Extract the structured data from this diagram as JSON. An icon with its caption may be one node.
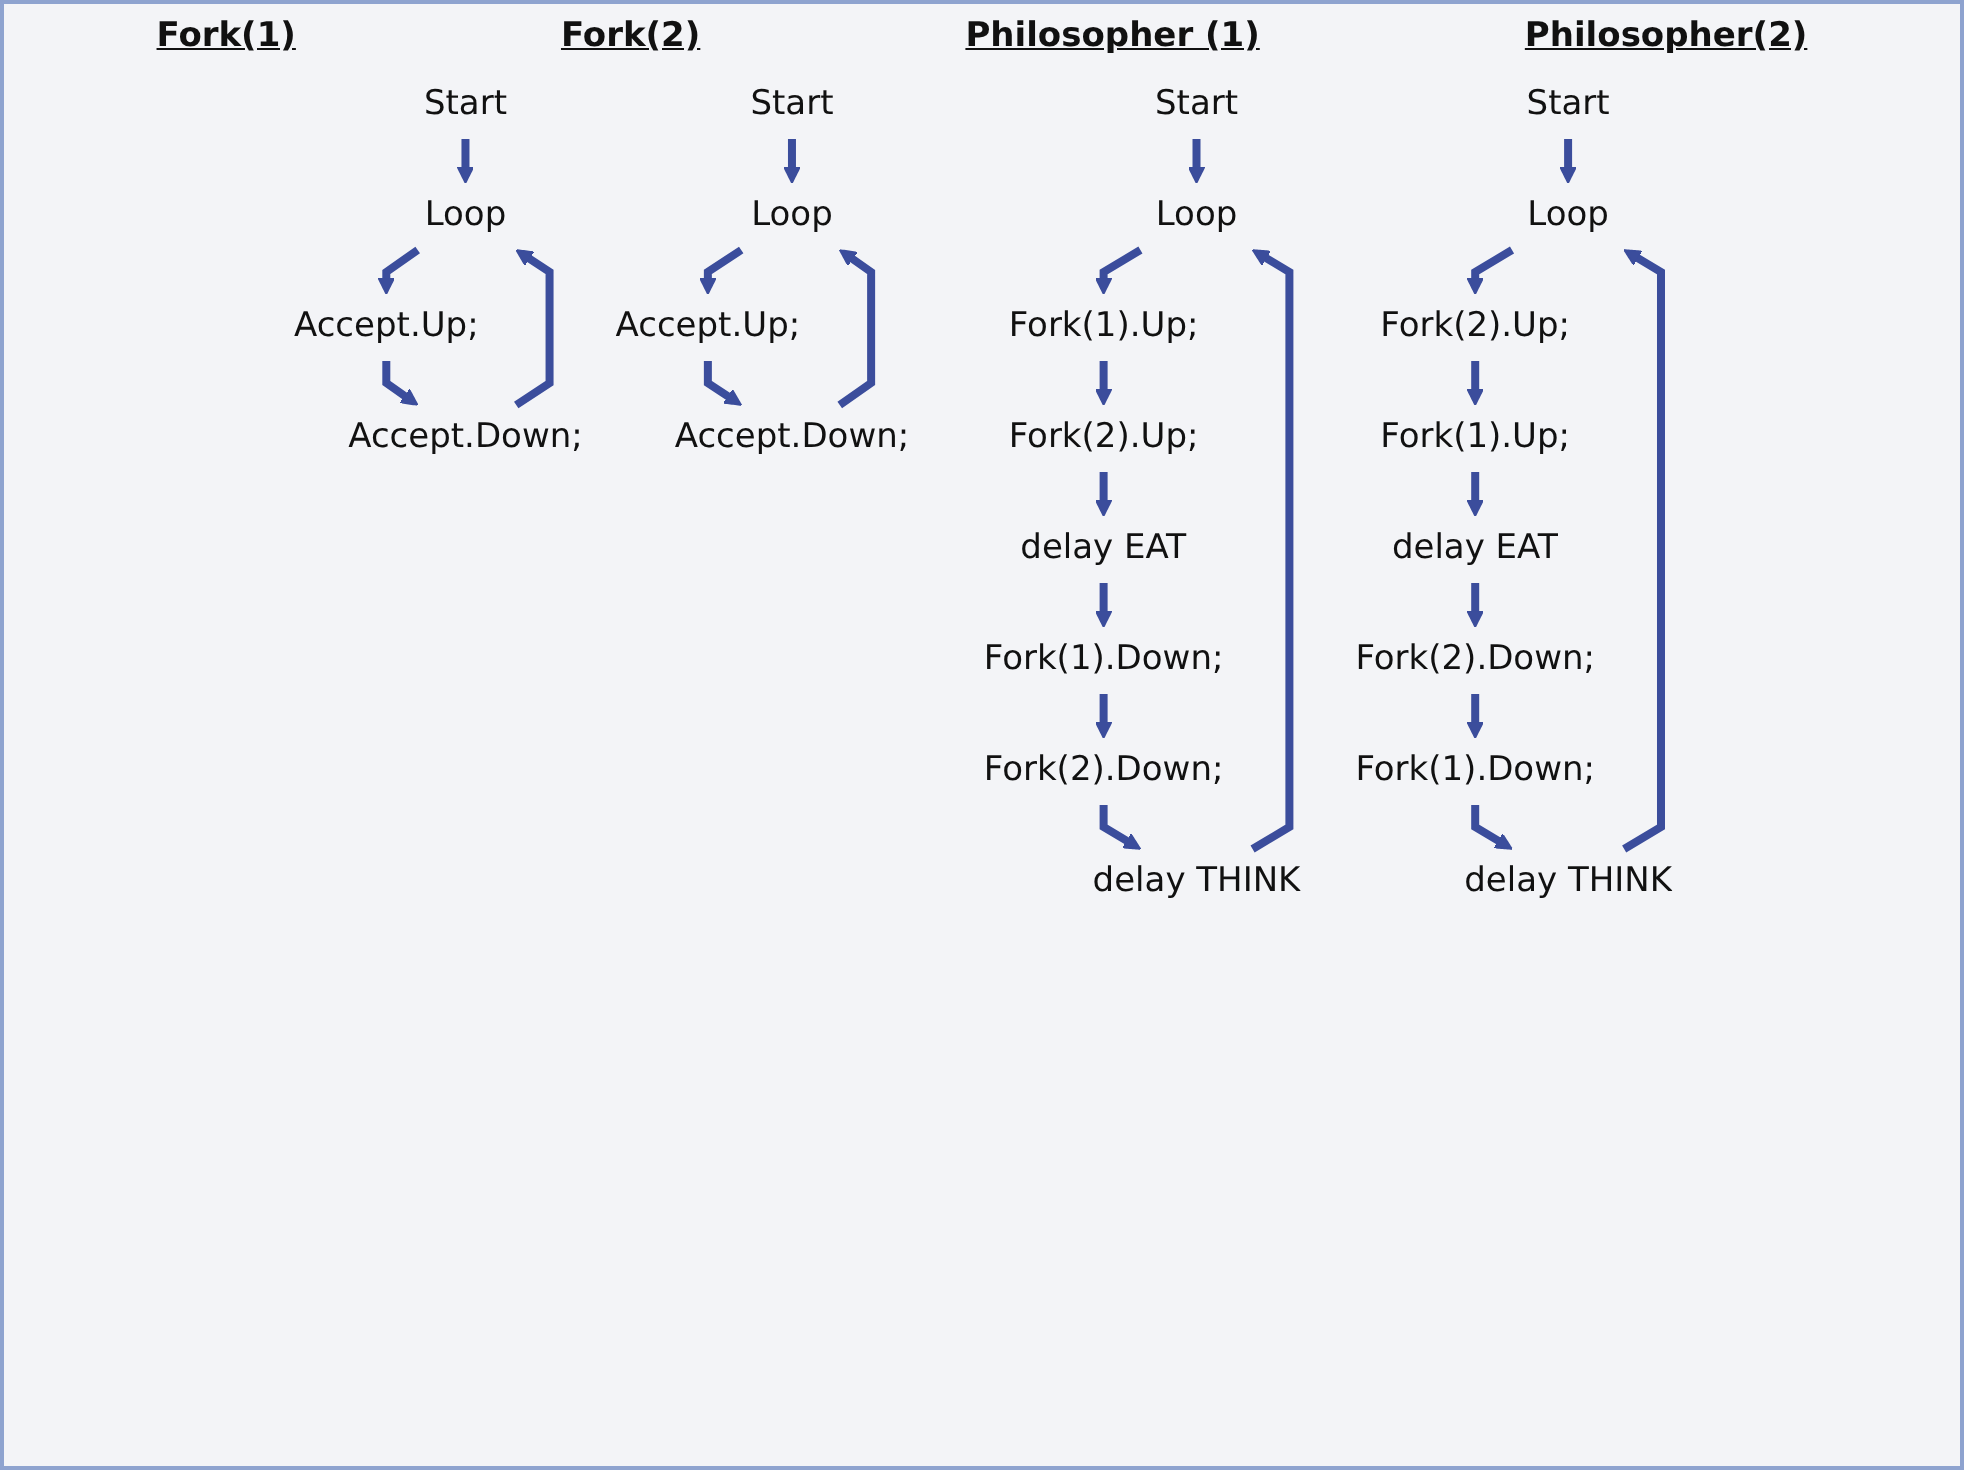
{
  "diagram": {
    "nodes": [
      {
        "text": [
          "Start"
        ]
      },
      {
        "text": [
          "Loop"
        ]
      },
      {
        "text": [
          "Accept.Up;"
        ]
      },
      {
        "text": [
          "Accept.Down;"
        ]
      },
      {
        "text": [
          "Start"
        ]
      },
      {
        "text": [
          "Loop"
        ]
      },
      {
        "text": [
          "Accept.Up;"
        ]
      },
      {
        "text": [
          "Accept.Down;"
        ]
      },
      {
        "text": [
          "Start"
        ]
      },
      {
        "text": [
          "Loop"
        ]
      },
      {
        "text": [
          "Fork(1).Up;"
        ]
      },
      {
        "text": [
          "Fork(2).Up;"
        ]
      },
      {
        "text": [
          "delay EAT"
        ]
      },
      {
        "text": [
          "Fork(1).Down;"
        ]
      },
      {
        "text": [
          "Fork(2).Down;"
        ]
      },
      {
        "text": [
          "delay THINK"
        ]
      },
      {
        "text": [
          "Start"
        ]
      },
      {
        "text": [
          "Loop"
        ]
      },
      {
        "text": [
          "Fork(2).Up;"
        ]
      },
      {
        "text": [
          "Fork(1).Up;"
        ]
      },
      {
        "text": [
          "delay EAT"
        ]
      },
      {
        "text": [
          "Fork(2).Down;"
        ]
      },
      {
        "text": [
          "Fork(1).Down;"
        ]
      },
      {
        "text": [
          "delay THINK"
        ]
      }
    ],
    "edges": [
      {
        "from": 0,
        "to": 1,
        "arrow": "to"
      },
      {
        "from": 1,
        "to": 2,
        "arrow": "to"
      },
      {
        "from": 2,
        "to": 3,
        "arrow": "to"
      },
      {
        "from": 3,
        "to": 1,
        "arrow": "to"
      },
      {
        "from": 4,
        "to": 5,
        "arrow": "to"
      },
      {
        "from": 5,
        "to": 6,
        "arrow": "to"
      },
      {
        "from": 6,
        "to": 7,
        "arrow": "to"
      },
      {
        "from": 7,
        "to": 5,
        "arrow": "to"
      },
      {
        "from": 8,
        "to": 9,
        "arrow": "to"
      },
      {
        "from": 9,
        "to": 10,
        "arrow": "to"
      },
      {
        "from": 10,
        "to": 11,
        "arrow": "to"
      },
      {
        "from": 11,
        "to": 12,
        "arrow": "to"
      },
      {
        "from": 12,
        "to": 13,
        "arrow": "to"
      },
      {
        "from": 13,
        "to": 14,
        "arrow": "to"
      },
      {
        "from": 14,
        "to": 15,
        "arrow": "to"
      },
      {
        "from": 15,
        "to": 9,
        "arrow": "to"
      },
      {
        "from": 16,
        "to": 17,
        "arrow": "to"
      },
      {
        "from": 17,
        "to": 18,
        "arrow": "to"
      },
      {
        "from": 18,
        "to": 19,
        "arrow": "to"
      },
      {
        "from": 19,
        "to": 20,
        "arrow": "to"
      },
      {
        "from": 20,
        "to": 21,
        "arrow": "to"
      },
      {
        "from": 21,
        "to": 22,
        "arrow": "to"
      },
      {
        "from": 22,
        "to": 23,
        "arrow": "to"
      },
      {
        "from": 23,
        "to": 17,
        "arrow": "to"
      }
    ],
    "labels": [
      "Fork(1)",
      "Fork(2)",
      "Philosopher (1)",
      "Philosopher(2)"
    ]
  }
}
